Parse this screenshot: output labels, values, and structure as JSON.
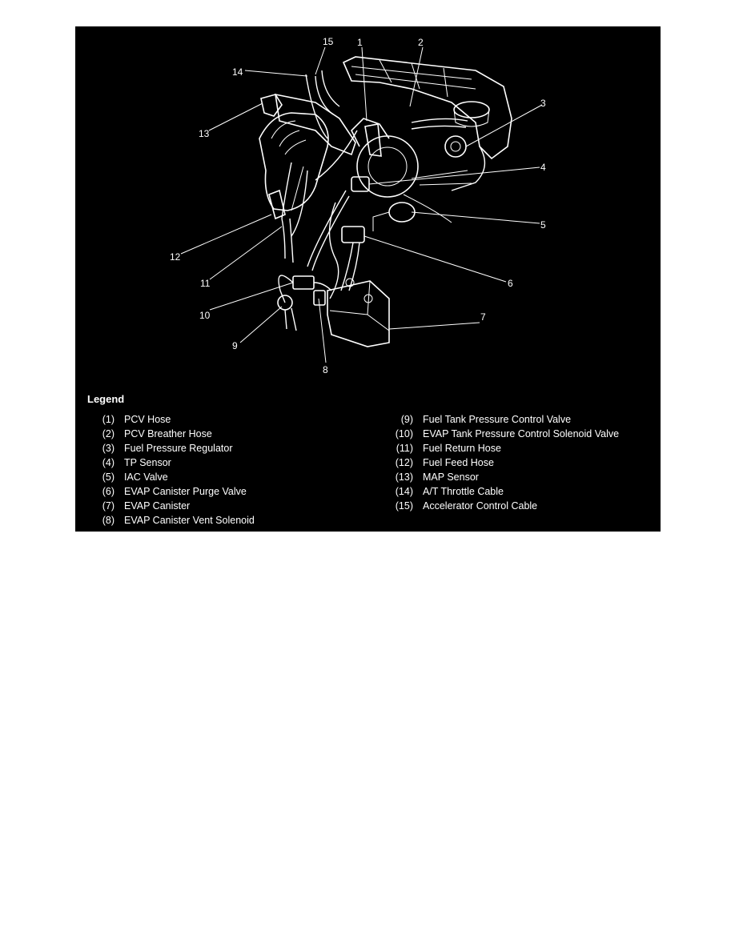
{
  "legend": {
    "title": "Legend",
    "items": [
      {
        "num": "(1)",
        "label": "PCV Hose"
      },
      {
        "num": "(2)",
        "label": "PCV Breather Hose"
      },
      {
        "num": "(3)",
        "label": "Fuel Pressure Regulator"
      },
      {
        "num": "(4)",
        "label": "TP Sensor"
      },
      {
        "num": "(5)",
        "label": "IAC Valve"
      },
      {
        "num": "(6)",
        "label": "EVAP Canister Purge Valve"
      },
      {
        "num": "(7)",
        "label": "EVAP Canister"
      },
      {
        "num": "(8)",
        "label": "EVAP Canister Vent Solenoid"
      },
      {
        "num": "(9)",
        "label": "Fuel Tank Pressure Control Valve"
      },
      {
        "num": "(10)",
        "label": "EVAP Tank Pressure Control Solenoid Valve"
      },
      {
        "num": "(11)",
        "label": "Fuel Return Hose"
      },
      {
        "num": "(12)",
        "label": "Fuel Feed Hose"
      },
      {
        "num": "(13)",
        "label": "MAP Sensor"
      },
      {
        "num": "(14)",
        "label": "A/T Throttle Cable"
      },
      {
        "num": "(15)",
        "label": "Accelerator Control Cable"
      }
    ]
  },
  "callouts": [
    "1",
    "2",
    "3",
    "4",
    "5",
    "6",
    "7",
    "8",
    "9",
    "10",
    "11",
    "12",
    "13",
    "14",
    "15"
  ],
  "colors": {
    "background": "#000000",
    "foreground": "#ffffff",
    "page": "#ffffff"
  }
}
